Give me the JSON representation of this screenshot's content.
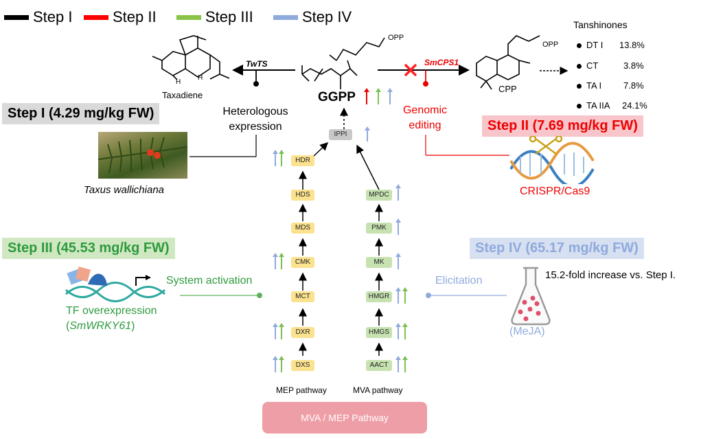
{
  "legend": [
    {
      "label": "Step I",
      "color": "#000000"
    },
    {
      "label": "Step II",
      "color": "#ff0000"
    },
    {
      "label": "Step III",
      "color": "#8bc34a"
    },
    {
      "label": "Step IV",
      "color": "#8faadc"
    }
  ],
  "molecules": {
    "taxadiene": "Taxadiene",
    "ggpp": "GGPP",
    "cpp": "CPP",
    "opp_left": "OPP",
    "opp_right": "OPP",
    "h1": "H",
    "h2": "H"
  },
  "enzymes": {
    "twts": "TwTS",
    "smcps1": "SmCPS1"
  },
  "annotations": {
    "heterologous": "Heterologous\nexpression",
    "genomic": "Genomic\nediting",
    "taxus": "Taxus wallichiana",
    "crispr": "CRISPR/Cas9",
    "system_activation": "System activation",
    "tf_line1": "TF overexpression",
    "tf_line2_open": "(",
    "tf_gene": "SmWRKY61",
    "tf_line2_close": ")",
    "elicitation": "Elicitation",
    "fold_increase": "15.2-fold increase vs. Step I.",
    "meja": "(MeJA)"
  },
  "steps": {
    "step1": "Step I (4.29 mg/kg FW)",
    "step2": "Step II  (7.69 mg/kg FW)",
    "step3": "Step III (45.53 mg/kg FW)",
    "step4": "Step IV (65.17 mg/kg FW)"
  },
  "tanshinones": {
    "title": "Tanshinones",
    "items": [
      {
        "name": "DT I",
        "value": "13.8%"
      },
      {
        "name": "CT",
        "value": "3.8%"
      },
      {
        "name": "TA I",
        "value": "7.8%"
      },
      {
        "name": "TA IIA",
        "value": "24.1%"
      }
    ]
  },
  "pathway": {
    "ippi": "IPPI",
    "mep": [
      "HDR",
      "HDS",
      "MDS",
      "CMK",
      "MCT",
      "DXR",
      "DXS"
    ],
    "mva": [
      "MPDC",
      "PMK",
      "MK",
      "HMGR",
      "HMGS",
      "AACT"
    ],
    "mep_label": "MEP pathway",
    "mva_label": "MVA pathway",
    "bottom_button": "MVA / MEP Pathway"
  }
}
